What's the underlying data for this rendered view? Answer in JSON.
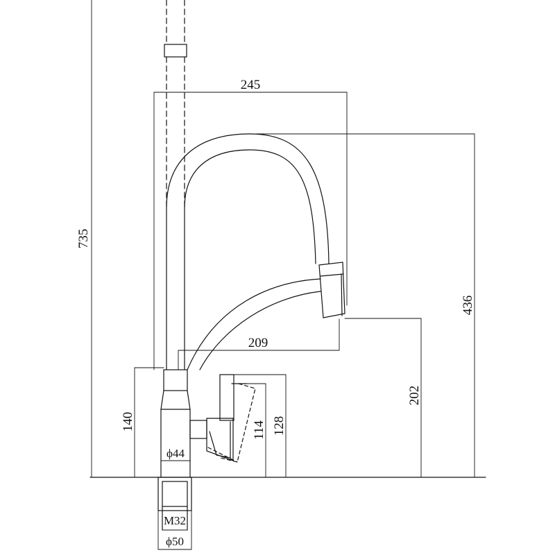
{
  "dimensions": {
    "overall_height": "735",
    "reach_top": "245",
    "spout_height": "436",
    "reach_bottom": "209",
    "outlet_height": "202",
    "base_height": "140",
    "handle_height_a": "114",
    "handle_height_b": "128",
    "body_diameter": "ϕ44",
    "thread": "M32",
    "base_diameter": "ϕ50"
  },
  "colors": {
    "line": "#111111",
    "background": "#ffffff"
  }
}
